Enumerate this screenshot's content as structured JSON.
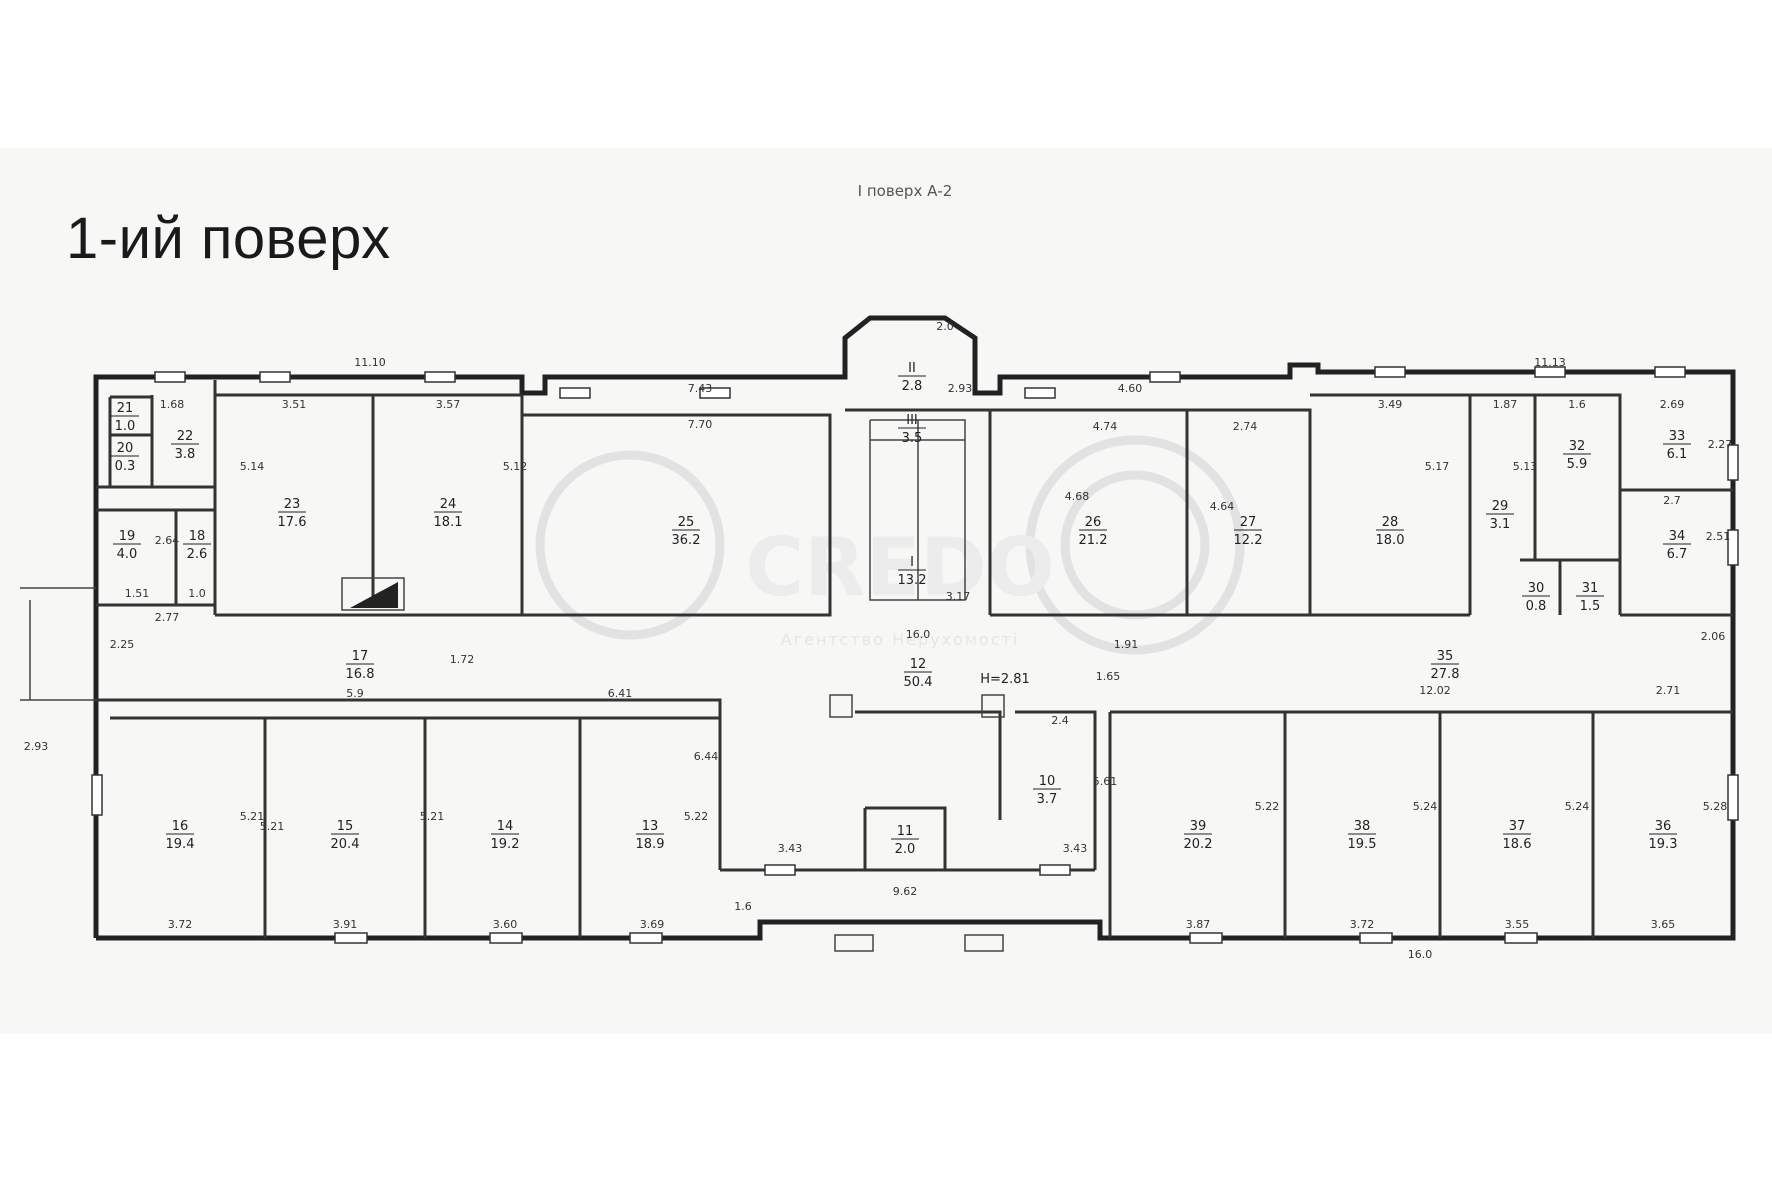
{
  "title": "1-ий поверх",
  "sheet_header": "I поверх А-2",
  "watermark": {
    "brand": "CREDO",
    "subtitle": "Агентство Нерухомості"
  },
  "height_note": "H=2.81",
  "rooms": [
    {
      "no": "21",
      "area": "1.0"
    },
    {
      "no": "22",
      "area": "3.8"
    },
    {
      "no": "20",
      "area": "0.3"
    },
    {
      "no": "19",
      "area": "4.0"
    },
    {
      "no": "18",
      "area": "2.6"
    },
    {
      "no": "23",
      "area": "17.6"
    },
    {
      "no": "24",
      "area": "18.1"
    },
    {
      "no": "25",
      "area": "36.2"
    },
    {
      "no": "II",
      "area": "2.8"
    },
    {
      "no": "III",
      "area": "3.5"
    },
    {
      "no": "I",
      "area": "13.2"
    },
    {
      "no": "26",
      "area": "21.2"
    },
    {
      "no": "27",
      "area": "12.2"
    },
    {
      "no": "28",
      "area": "18.0"
    },
    {
      "no": "29",
      "area": "3.1"
    },
    {
      "no": "32",
      "area": "5.9"
    },
    {
      "no": "33",
      "area": "6.1"
    },
    {
      "no": "34",
      "area": "6.7"
    },
    {
      "no": "30",
      "area": "0.8"
    },
    {
      "no": "31",
      "area": "1.5"
    },
    {
      "no": "17",
      "area": "16.8"
    },
    {
      "no": "12",
      "area": "50.4"
    },
    {
      "no": "35",
      "area": "27.8"
    },
    {
      "no": "16",
      "area": "19.4"
    },
    {
      "no": "15",
      "area": "20.4"
    },
    {
      "no": "14",
      "area": "19.2"
    },
    {
      "no": "13",
      "area": "18.9"
    },
    {
      "no": "11",
      "area": "2.0"
    },
    {
      "no": "10",
      "area": "3.7"
    },
    {
      "no": "39",
      "area": "20.2"
    },
    {
      "no": "38",
      "area": "19.5"
    },
    {
      "no": "37",
      "area": "18.6"
    },
    {
      "no": "36",
      "area": "19.3"
    }
  ],
  "dimensions": [
    "11.10",
    "1.68",
    "3.51",
    "3.57",
    "7.43",
    "7.70",
    "2.0",
    "2.93",
    "4.60",
    "4.74",
    "2.74",
    "11.13",
    "3.49",
    "1.87",
    "1.6",
    "2.69",
    "2.27",
    "2.7",
    "2.51",
    "5.17",
    "5.13",
    "4.64",
    "5.14",
    "5.12",
    "4.68",
    "2.64",
    "1.51",
    "1.0",
    "2.77",
    "2.25",
    "1.72",
    "5.9",
    "6.41",
    "16.0",
    "3.17",
    "1.91",
    "1.65",
    "12.02",
    "2.71",
    "2.06",
    "2.93",
    "5.21",
    "5.21",
    "5.21",
    "5.22",
    "6.44",
    "3.43",
    "3.43",
    "2.4",
    "5.61",
    "3.72",
    "3.91",
    "3.60",
    "3.69",
    "1.6",
    "9.62",
    "3.87",
    "3.72",
    "3.55",
    "3.65",
    "5.22",
    "5.24",
    "5.24",
    "5.28",
    "16.0"
  ]
}
